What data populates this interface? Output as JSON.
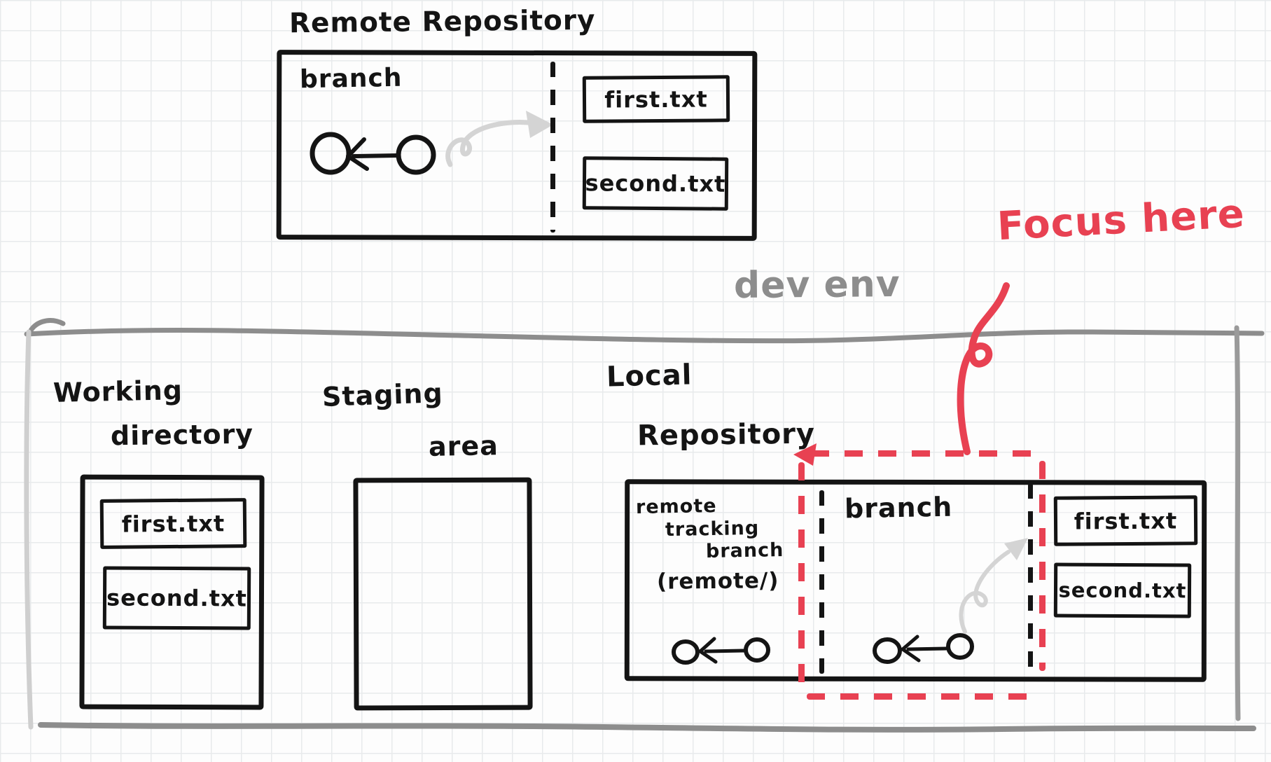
{
  "remote_repository": {
    "title": "Remote Repository",
    "branch_label": "branch",
    "files": [
      "first.txt",
      "second.txt"
    ]
  },
  "dev_env_label": "dev env",
  "working_directory": {
    "title_line1": "Working",
    "title_line2": "directory",
    "files": [
      "first.txt",
      "second.txt"
    ]
  },
  "staging_area": {
    "title_line1": "Staging",
    "title_line2": "area"
  },
  "local_repository": {
    "title_line1": "Local",
    "title_line2": "Repository",
    "remote_tracking_label": {
      "line1": "remote",
      "line2": "tracking",
      "line3": "branch",
      "line4": "(remote/)"
    },
    "branch_label": "branch",
    "files": [
      "first.txt",
      "second.txt"
    ]
  },
  "annotation": {
    "label": "Focus here"
  },
  "colors": {
    "ink": "#141414",
    "container_gray": "#8d8d8d",
    "left_rail_gray": "#cfcfcf",
    "arrow_gray": "#d4d4d4",
    "accent_red": "#e84152",
    "grid_line": "#e8eaec",
    "background": "#fdfdfd"
  }
}
